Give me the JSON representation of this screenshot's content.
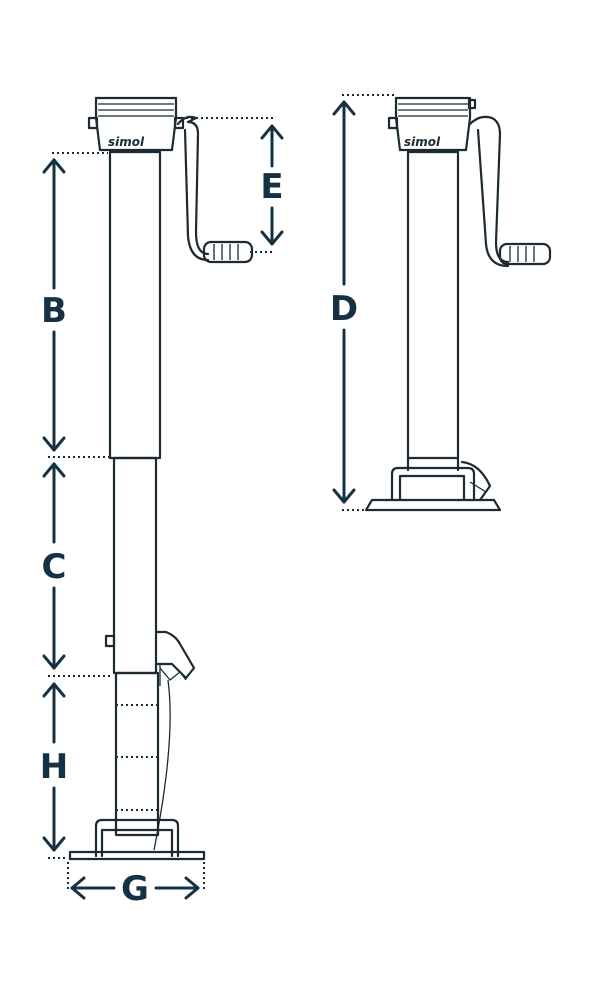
{
  "brand": "simol",
  "dimensions": {
    "B": "B",
    "C": "C",
    "D": "D",
    "E": "E",
    "G": "G",
    "H": "H"
  },
  "colors": {
    "line": "#1b2a33",
    "dimension": "#153245",
    "background": "#ffffff"
  }
}
